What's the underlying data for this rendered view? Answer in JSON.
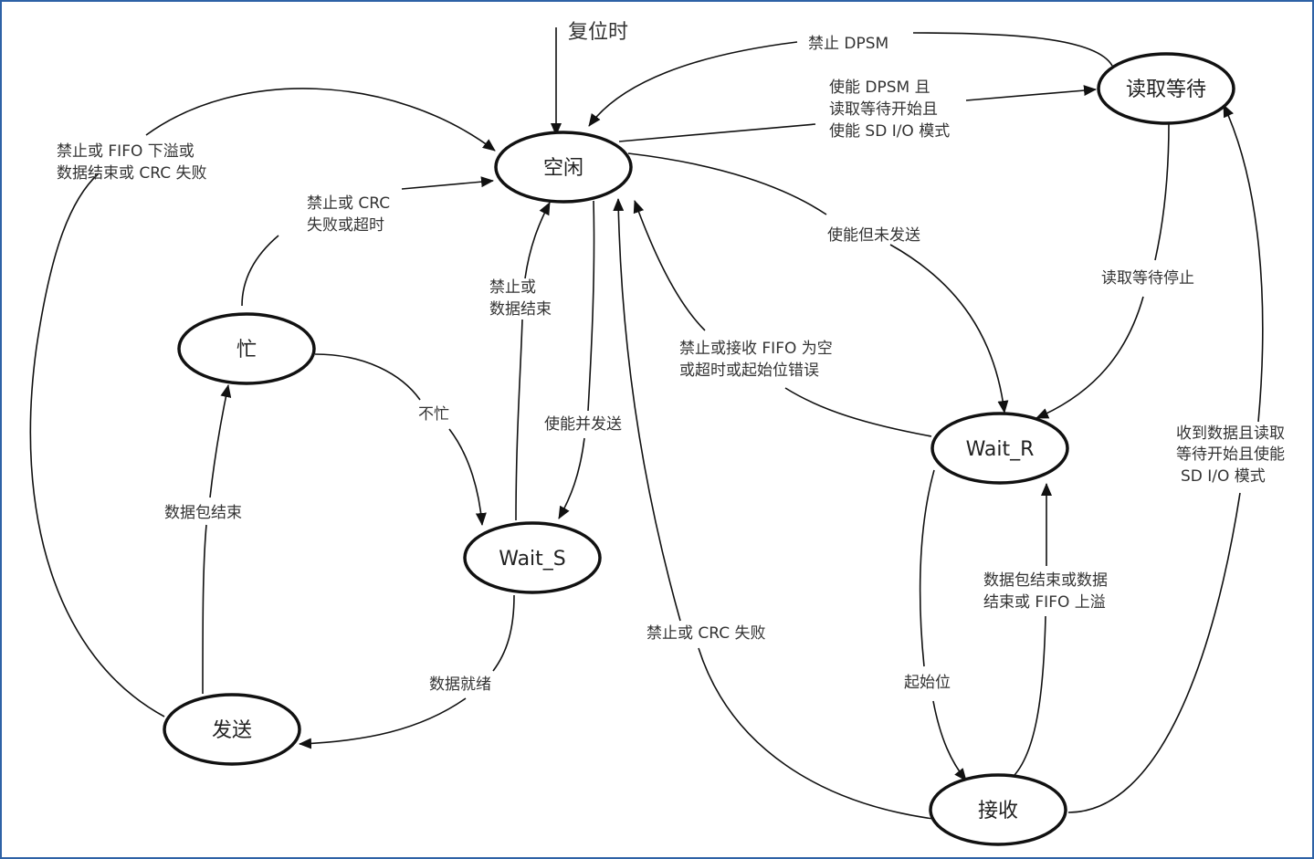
{
  "states": {
    "idle": "空闲",
    "read_wait": "读取等待",
    "busy": "忙",
    "wait_s": "Wait_S",
    "wait_r": "Wait_R",
    "send": "发送",
    "receive": "接收"
  },
  "edges": {
    "reset": "复位时",
    "disable_dpsm": "禁止 DPSM",
    "enable_dpsm": [
      "使能 DPSM 且",
      "读取等待开始且",
      "使能 SD I/O 模式"
    ],
    "fifo_underflow": [
      "禁止或 FIFO 下溢或",
      "数据结束或 CRC 失败"
    ],
    "crc_timeout": [
      "禁止或 CRC",
      "失败或超时"
    ],
    "disable_or_end": [
      "禁止或",
      "数据结束"
    ],
    "enable_not_send": "使能但未发送",
    "read_wait_stop": "读取等待停止",
    "fifo_empty": [
      "禁止或接收 FIFO 为空",
      "或超时或起始位错误"
    ],
    "not_busy": "不忙",
    "enable_and_send": "使能并发送",
    "packet_end": "数据包结束",
    "data_ready": "数据就绪",
    "disable_crc_fail": "禁止或 CRC 失败",
    "packet_or_overflow": [
      "数据包结束或数据",
      "结束或 FIFO 上溢"
    ],
    "start_bit": "起始位",
    "received_data": [
      "收到数据且读取",
      "等待开始且使能",
      "SD I/O 模式"
    ]
  }
}
